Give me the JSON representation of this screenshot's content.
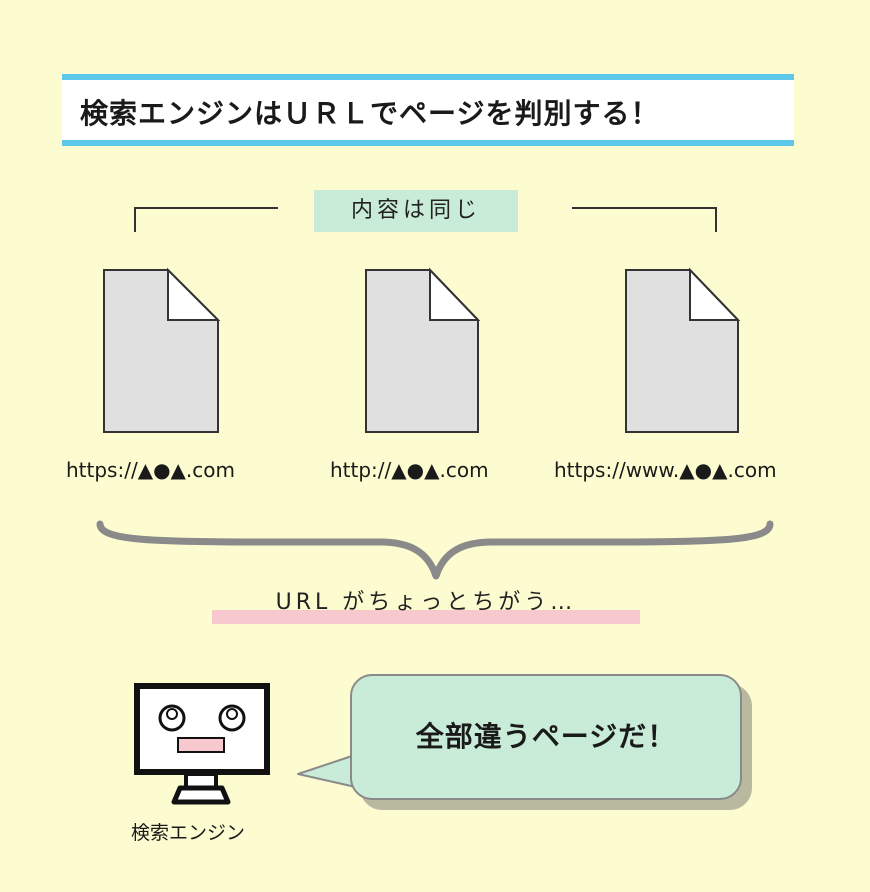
{
  "title": "検索エンジンはＵＲＬでページを判別する！",
  "same_label": "内容は同じ",
  "files": [
    {
      "url": "https://▲●▲.com"
    },
    {
      "url": "http://▲●▲.com"
    },
    {
      "url": "https://www.▲●▲.com"
    }
  ],
  "diff_label": "URL がちょっとちがう…",
  "engine": {
    "label": "検索エンジン",
    "speech": "全部違うページだ！"
  },
  "colors": {
    "background": "#fdfcd0",
    "title_border": "#5ec8ea",
    "label_bg": "#c8ecd8",
    "highlight": "#f8c8cf",
    "file_fill": "#e0e0e0"
  }
}
